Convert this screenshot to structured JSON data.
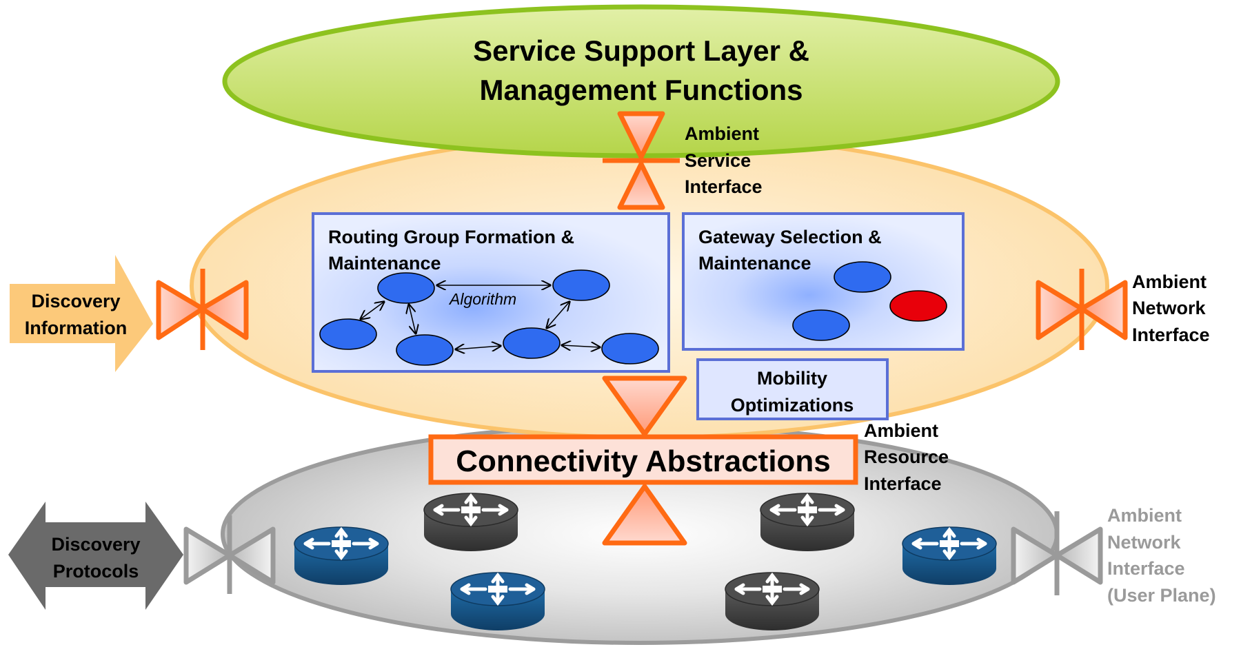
{
  "colors": {
    "service_layer_fill": "#bcd95a",
    "service_layer_stroke": "#8dc21f",
    "middle_layer_fill": "#fde5b8",
    "middle_layer_stroke": "#fbc36a",
    "bottom_layer_fill": "#d7d7d7",
    "bottom_layer_stroke": "#9c9c9c",
    "interface_orange": "#ff6a13",
    "box_border": "#5b6fd6",
    "node_blue": "#2f6bf0",
    "node_red": "#e8000a",
    "router_blue": "#1b5a8e",
    "router_grey": "#4a4a4a",
    "discovery_info_arrow": "#fcc97a",
    "discovery_protocols_arrow": "#6a6a6a"
  },
  "service_layer": {
    "title_line1": "Service Support Layer &",
    "title_line2": "Management Functions"
  },
  "interfaces": {
    "ambient_service": [
      "Ambient",
      "Service",
      "Interface"
    ],
    "ambient_network": [
      "Ambient",
      "Network",
      "Interface"
    ],
    "ambient_resource": [
      "Ambient",
      "Resource",
      "Interface"
    ],
    "ambient_network_user_plane": [
      "Ambient",
      "Network",
      "Interface",
      "(User Plane)"
    ]
  },
  "discovery_information": [
    "Discovery",
    "Information"
  ],
  "discovery_protocols": [
    "Discovery",
    "Protocols"
  ],
  "routing_box": {
    "title_line1": "Routing Group Formation &",
    "title_line2": "Maintenance",
    "algorithm_label": "Algorithm"
  },
  "gateway_box": {
    "title_line1": "Gateway Selection &",
    "title_line2": "Maintenance"
  },
  "mobility_box": {
    "line1": "Mobility",
    "line2": "Optimizations"
  },
  "connectivity_abstractions": "Connectivity Abstractions",
  "icons": {
    "router": "router-icon",
    "bowtie": "bowtie-interface-icon",
    "hourglass": "hourglass-interface-icon"
  }
}
